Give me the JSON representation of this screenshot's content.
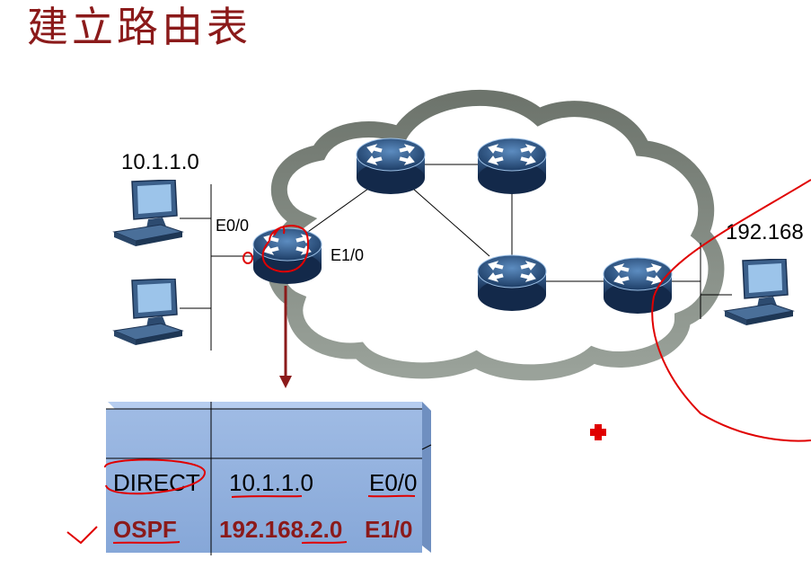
{
  "title": "建立路由表",
  "labels": {
    "left_network": "10.1.1.0",
    "right_network": "192.168",
    "interface_e0": "E0/0",
    "interface_e1": "E1/0"
  },
  "routing_table": {
    "rows": [
      {
        "source": "DIRECT",
        "network": "10.1.1.0",
        "interface": "E0/0"
      },
      {
        "source": "OSPF",
        "network": "192.168.2.0",
        "interface": "E1/0"
      }
    ]
  },
  "colors": {
    "title": "#8b1a1a",
    "table_fill": "#8eaedd",
    "router": "#2a4f7a",
    "annotation": "#e00000"
  }
}
